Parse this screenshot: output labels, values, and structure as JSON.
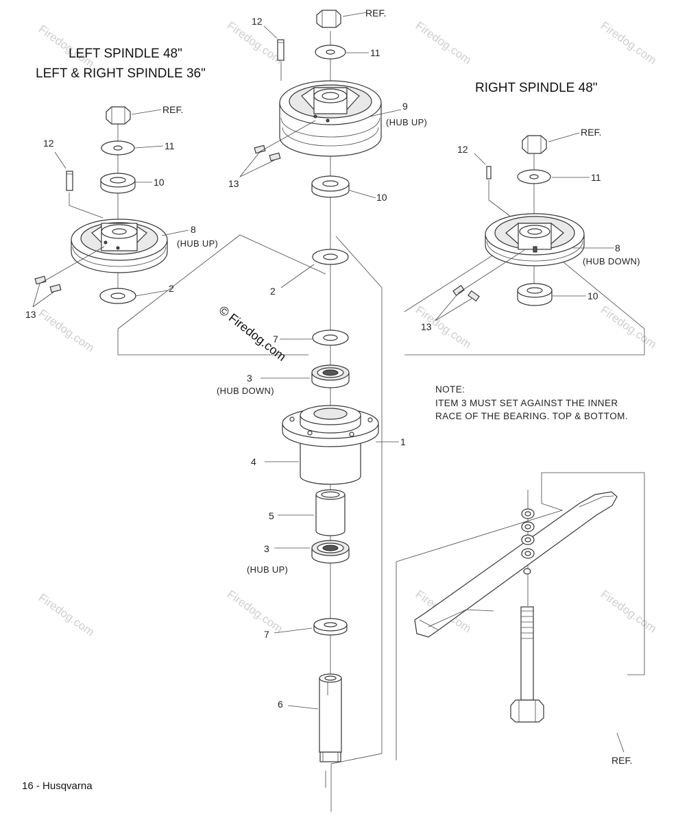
{
  "headers": {
    "left_line1": "LEFT SPINDLE 48\"",
    "left_line2": "LEFT & RIGHT SPINDLE 36\"",
    "right": "RIGHT SPINDLE 48\""
  },
  "labels": {
    "ref": "REF.",
    "hub_up": "(HUB UP)",
    "hub_down": "(HUB DOWN)",
    "n1": "1",
    "n2": "2",
    "n3": "3",
    "n4": "4",
    "n5": "5",
    "n6": "6",
    "n7": "7",
    "n8": "8",
    "n9": "9",
    "n10": "10",
    "n11": "11",
    "n12": "12",
    "n13": "13"
  },
  "note": {
    "title": "NOTE:",
    "line1": "ITEM 3 MUST SET AGAINST THE INNER",
    "line2": "RACE OF THE BEARING. TOP & BOTTOM."
  },
  "watermark": {
    "text": "Firedog.com",
    "center_text": "© Firedog.com"
  },
  "footer": {
    "page": "16 - Husqvarna"
  }
}
